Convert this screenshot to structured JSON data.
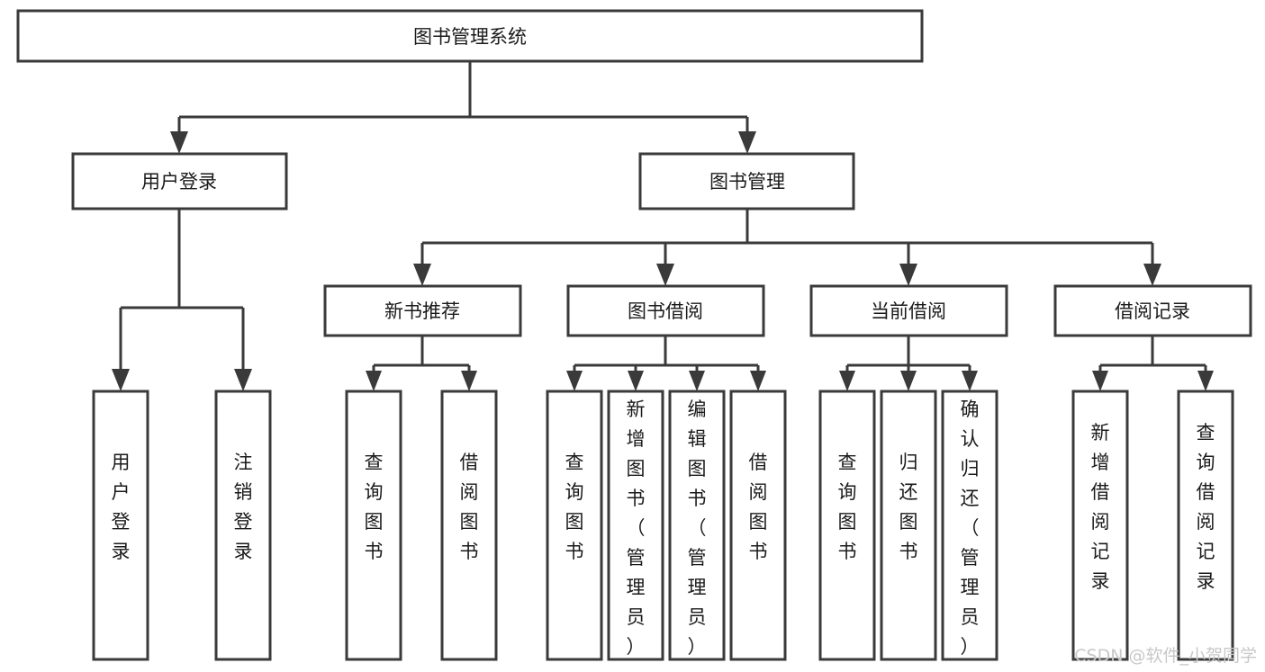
{
  "diagram": {
    "title": "图书管理系统",
    "type": "hierarchy-tree",
    "orientation": "top-down",
    "colors": {
      "box_stroke": "#3a3a3a",
      "box_fill": "#ffffff",
      "text": "#1a1a1a",
      "connector": "#3a3a3a",
      "background": "#ffffff",
      "watermark": "#c8c8c8"
    },
    "root": {
      "label": "图书管理系统"
    },
    "level2": [
      {
        "label": "用户登录"
      },
      {
        "label": "图书管理"
      }
    ],
    "level3": [
      {
        "label": "新书推荐"
      },
      {
        "label": "图书借阅"
      },
      {
        "label": "当前借阅"
      },
      {
        "label": "借阅记录"
      }
    ],
    "leaves": {
      "user_login": [
        {
          "label": "用户登录"
        },
        {
          "label": "注销登录"
        }
      ],
      "new_book_recommend": [
        {
          "label": "查询图书"
        },
        {
          "label": "借阅图书"
        }
      ],
      "book_borrow": [
        {
          "label": "查询图书"
        },
        {
          "label": "新增图书（管理员）"
        },
        {
          "label": "编辑图书（管理员）"
        },
        {
          "label": "借阅图书"
        }
      ],
      "current_borrow": [
        {
          "label": "查询图书"
        },
        {
          "label": "归还图书"
        },
        {
          "label": "确认归还（管理员）"
        }
      ],
      "borrow_record": [
        {
          "label": "新增借阅记录"
        },
        {
          "label": "查询借阅记录"
        }
      ]
    }
  },
  "watermark": {
    "text": "CSDN @软件_小贺同学"
  }
}
